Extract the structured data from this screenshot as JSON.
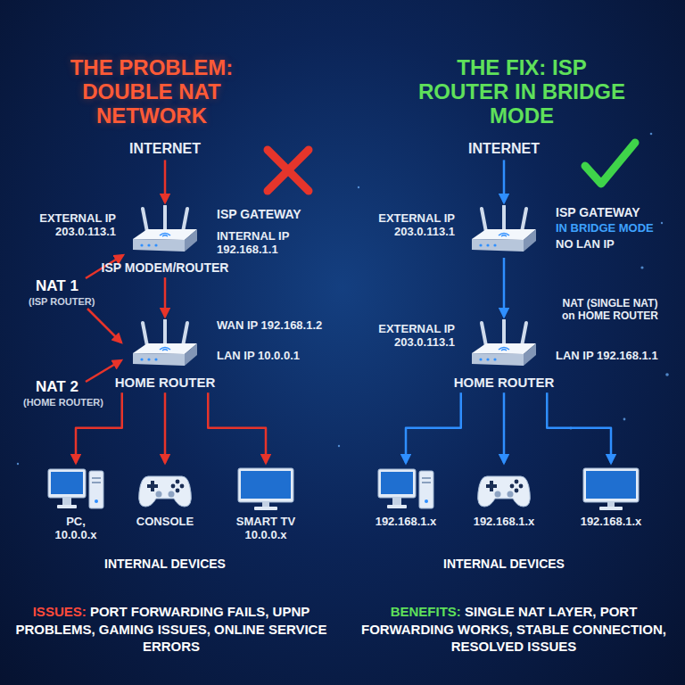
{
  "diagram": {
    "title": "THE PROBLEM: DOUBLE NAT NETWORK",
    "nodes": [
      {
        "text": [
          "INTERNET"
        ]
      },
      {
        "text": [
          "EXTERNAL IP 203.0.113.1",
          "ISP GATEWAY",
          "INTERNAL IP 192.168.1.1",
          "ISP MODEM/ROUTER"
        ]
      },
      {
        "text": [
          "WAN IP 192.168.1.2",
          "LAN IP 10.0.0.1",
          "HOME ROUTER"
        ]
      },
      {
        "text": [
          "PC, 10.0.0.x"
        ]
      },
      {
        "text": [
          "CONSOLE"
        ]
      },
      {
        "text": [
          "SMART TV 10.0.0.x"
        ]
      },
      {
        "text": [
          "INTERNET"
        ]
      },
      {
        "text": [
          "EXTERNAL IP 203.0.113.1",
          "ISP GATEWAY",
          "IN BRIDGE MODE",
          "NO LAN IP"
        ]
      },
      {
        "text": [
          "EXTERNAL IP 203.0.113.1",
          "NAT (SINGLE NAT) on HOME ROUTER",
          "LAN IP 192.168.1.1",
          "HOME ROUTER"
        ]
      },
      {
        "text": [
          "192.168.1.x"
        ]
      },
      {
        "text": [
          "192.168.1.x"
        ]
      },
      {
        "text": [
          "192.168.1.x"
        ]
      }
    ],
    "edges": [
      {
        "from": 0,
        "to": 1,
        "arrow": "to"
      },
      {
        "from": 1,
        "to": 2,
        "arrow": "to"
      },
      {
        "from": 2,
        "to": 3,
        "arrow": "to"
      },
      {
        "from": 2,
        "to": 4,
        "arrow": "to"
      },
      {
        "from": 2,
        "to": 5,
        "arrow": "to"
      },
      {
        "from": 6,
        "to": 7,
        "arrow": "to"
      },
      {
        "from": 7,
        "to": 8,
        "arrow": "to"
      },
      {
        "from": 8,
        "to": 9,
        "arrow": "to"
      },
      {
        "from": 8,
        "to": 10,
        "arrow": "to"
      },
      {
        "from": 8,
        "to": 11,
        "arrow": "to"
      }
    ],
    "labels": [
      "THE FIX: ISP ROUTER IN BRIDGE MODE",
      "NAT 1",
      "(ISP ROUTER)",
      "NAT 2",
      "(HOME ROUTER)",
      "INTERNAL DEVICES",
      "ISSUES:",
      "PORT FORWARDING FAILS, UPNP PROBLEMS, GAMING ISSUES, ONLINE SERVICE ERRORS",
      "INTERNAL DEVICES",
      "BENEFITS:",
      "SINGLE NAT LAYER, PORT FORWARDING WORKS, STABLE CONNECTION, RESOLVED ISSUES"
    ]
  }
}
